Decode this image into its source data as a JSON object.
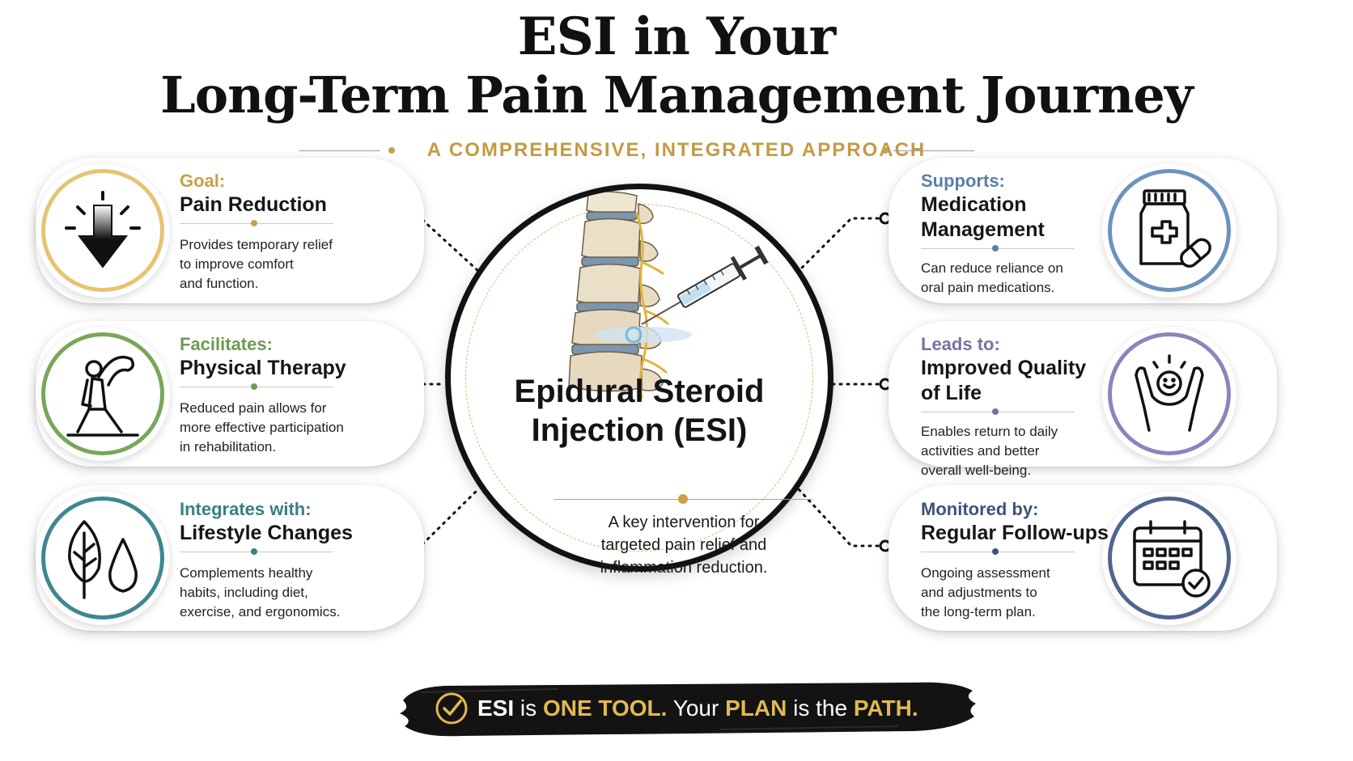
{
  "header": {
    "title_line1": "ESI in Your",
    "title_line2": "Long-Term Pain Management Journey",
    "subtitle": "A COMPREHENSIVE, INTEGRATED APPROACH"
  },
  "colors": {
    "gold": "#c8a048",
    "green": "#6e9a53",
    "teal": "#3a7d84",
    "blue": "#5a7fa5",
    "purple": "#7a6fa7",
    "navy": "#3f5378",
    "dark": "#111111"
  },
  "center": {
    "title_line1": "Epidural Steroid",
    "title_line2": "Injection (ESI)",
    "description_line1": "A key intervention for",
    "description_line2": "targeted pain relief and",
    "description_line3": "inflammation reduction.",
    "illustration": "spine-injection-illustration"
  },
  "left_panels": [
    {
      "kicker": "Goal:",
      "heading": "Pain Reduction",
      "body1": "Provides temporary relief",
      "body2": "to improve comfort",
      "body3": "and function.",
      "icon": "down-arrow-relief-icon",
      "accent": "#c8a048"
    },
    {
      "kicker": "Facilitates:",
      "heading": "Physical Therapy",
      "body1": "Reduced pain allows for",
      "body2": "more effective participation",
      "body3": "in rehabilitation.",
      "icon": "stretching-person-icon",
      "accent": "#6e9a53"
    },
    {
      "kicker": "Integrates with:",
      "heading": "Lifestyle Changes",
      "body1": "Complements healthy",
      "body2": "habits, including diet,",
      "body3": "exercise, and ergonomics.",
      "icon": "leaf-and-drop-icon",
      "accent": "#3a7d84"
    }
  ],
  "right_panels": [
    {
      "kicker": "Supports:",
      "heading1": "Medication",
      "heading2": "Management",
      "body1": "Can reduce reliance on",
      "body2": "oral pain medications.",
      "body3": "",
      "icon": "pill-bottle-icon",
      "accent": "#5a7fa5"
    },
    {
      "kicker": "Leads to:",
      "heading1": "Improved Quality",
      "heading2": "of Life",
      "body1": "Enables return to daily",
      "body2": "activities and better",
      "body3": "overall well-being.",
      "icon": "happy-person-icon",
      "accent": "#7a6fa7"
    },
    {
      "kicker": "Monitored by:",
      "heading1": "Regular Follow-ups",
      "heading2": "",
      "body1": "Ongoing assessment",
      "body2": "and adjustments to",
      "body3": "the long-term plan.",
      "icon": "calendar-check-icon",
      "accent": "#3f5378"
    }
  ],
  "banner": {
    "part1": "ESI",
    "part2": "is",
    "part3": "ONE TOOL.",
    "part4": "Your",
    "part5": "PLAN",
    "part6": "is the",
    "part7": "PATH.",
    "icon": "check-circle-icon"
  }
}
